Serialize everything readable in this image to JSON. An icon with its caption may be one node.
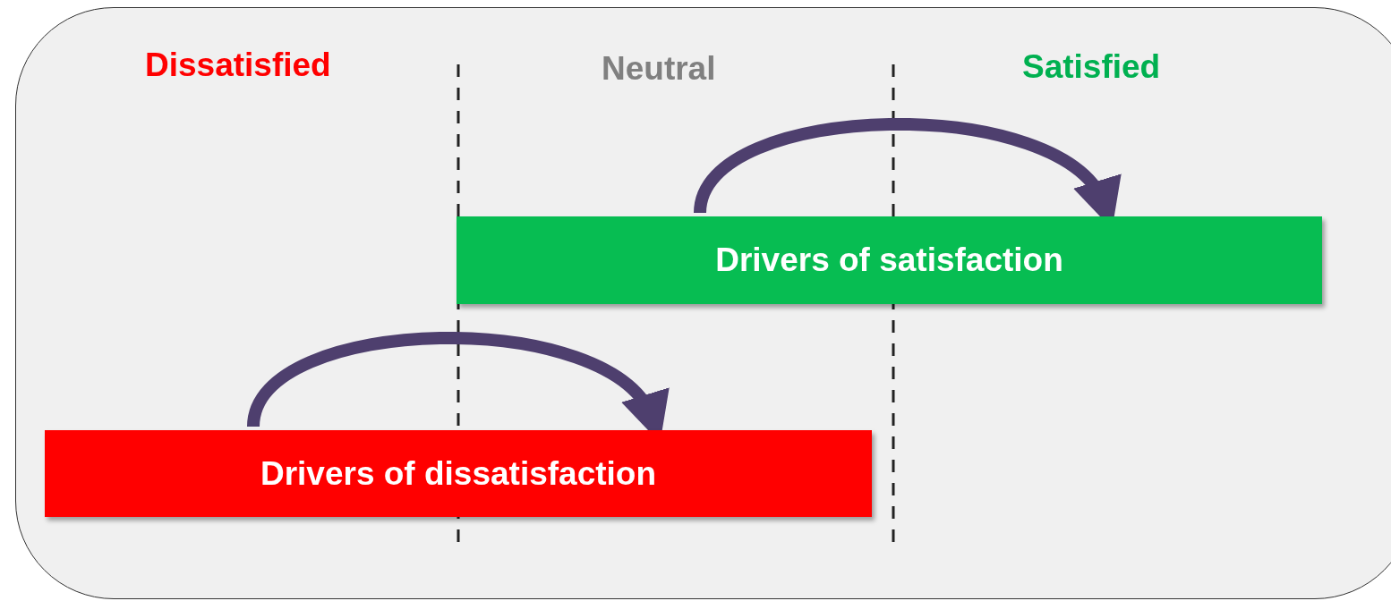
{
  "diagram": {
    "nodes": [
      {
        "text": [
          "Drivers of satisfaction"
        ]
      },
      {
        "text": [
          "Drivers of dissatisfaction"
        ]
      }
    ],
    "edges": [
      {
        "from": 0,
        "to": 0,
        "arrow": "to"
      },
      {
        "from": 1,
        "to": 1,
        "arrow": "to"
      }
    ],
    "labels": [
      "Dissatisfied",
      "Neutral",
      "Satisfied"
    ]
  }
}
